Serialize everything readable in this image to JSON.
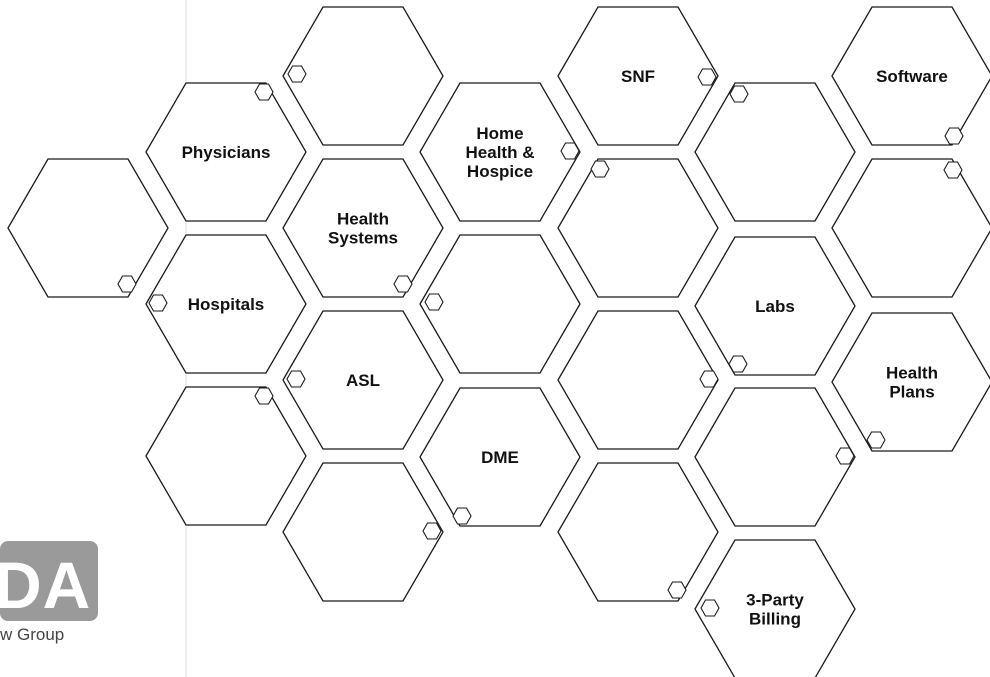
{
  "logo": {
    "mark_text": "DA",
    "subtitle": "w Group",
    "box_color": "#9a9a9a"
  },
  "hexagons": [
    {
      "id": "physicians",
      "label": "Physicians",
      "lines": [
        "Physicians"
      ]
    },
    {
      "id": "hospitals",
      "label": "Hospitals",
      "lines": [
        "Hospitals"
      ]
    },
    {
      "id": "health-systems",
      "label": "Health Systems",
      "lines": [
        "Health",
        "Systems"
      ]
    },
    {
      "id": "asl",
      "label": "ASL",
      "lines": [
        "ASL"
      ]
    },
    {
      "id": "home-health-hospice",
      "label": "Home Health & Hospice",
      "lines": [
        "Home",
        "Health &",
        "Hospice"
      ]
    },
    {
      "id": "dme",
      "label": "DME",
      "lines": [
        "DME"
      ]
    },
    {
      "id": "snf",
      "label": "SNF",
      "lines": [
        "SNF"
      ]
    },
    {
      "id": "labs",
      "label": "Labs",
      "lines": [
        "Labs"
      ]
    },
    {
      "id": "3-party-billing",
      "label": "3-Party Billing",
      "lines": [
        "3-Party",
        "Billing"
      ]
    },
    {
      "id": "software",
      "label": "Software",
      "lines": [
        "Software"
      ]
    },
    {
      "id": "health-plans",
      "label": "Health Plans",
      "lines": [
        "Health",
        "Plans"
      ]
    },
    {
      "id": "blank-1"
    },
    {
      "id": "blank-2"
    },
    {
      "id": "blank-3"
    },
    {
      "id": "blank-4"
    },
    {
      "id": "blank-5"
    },
    {
      "id": "blank-6"
    },
    {
      "id": "blank-7"
    },
    {
      "id": "blank-8"
    },
    {
      "id": "blank-9"
    },
    {
      "id": "blank-10"
    },
    {
      "id": "blank-11"
    },
    {
      "id": "blank-12"
    },
    {
      "id": "blank-13"
    }
  ]
}
